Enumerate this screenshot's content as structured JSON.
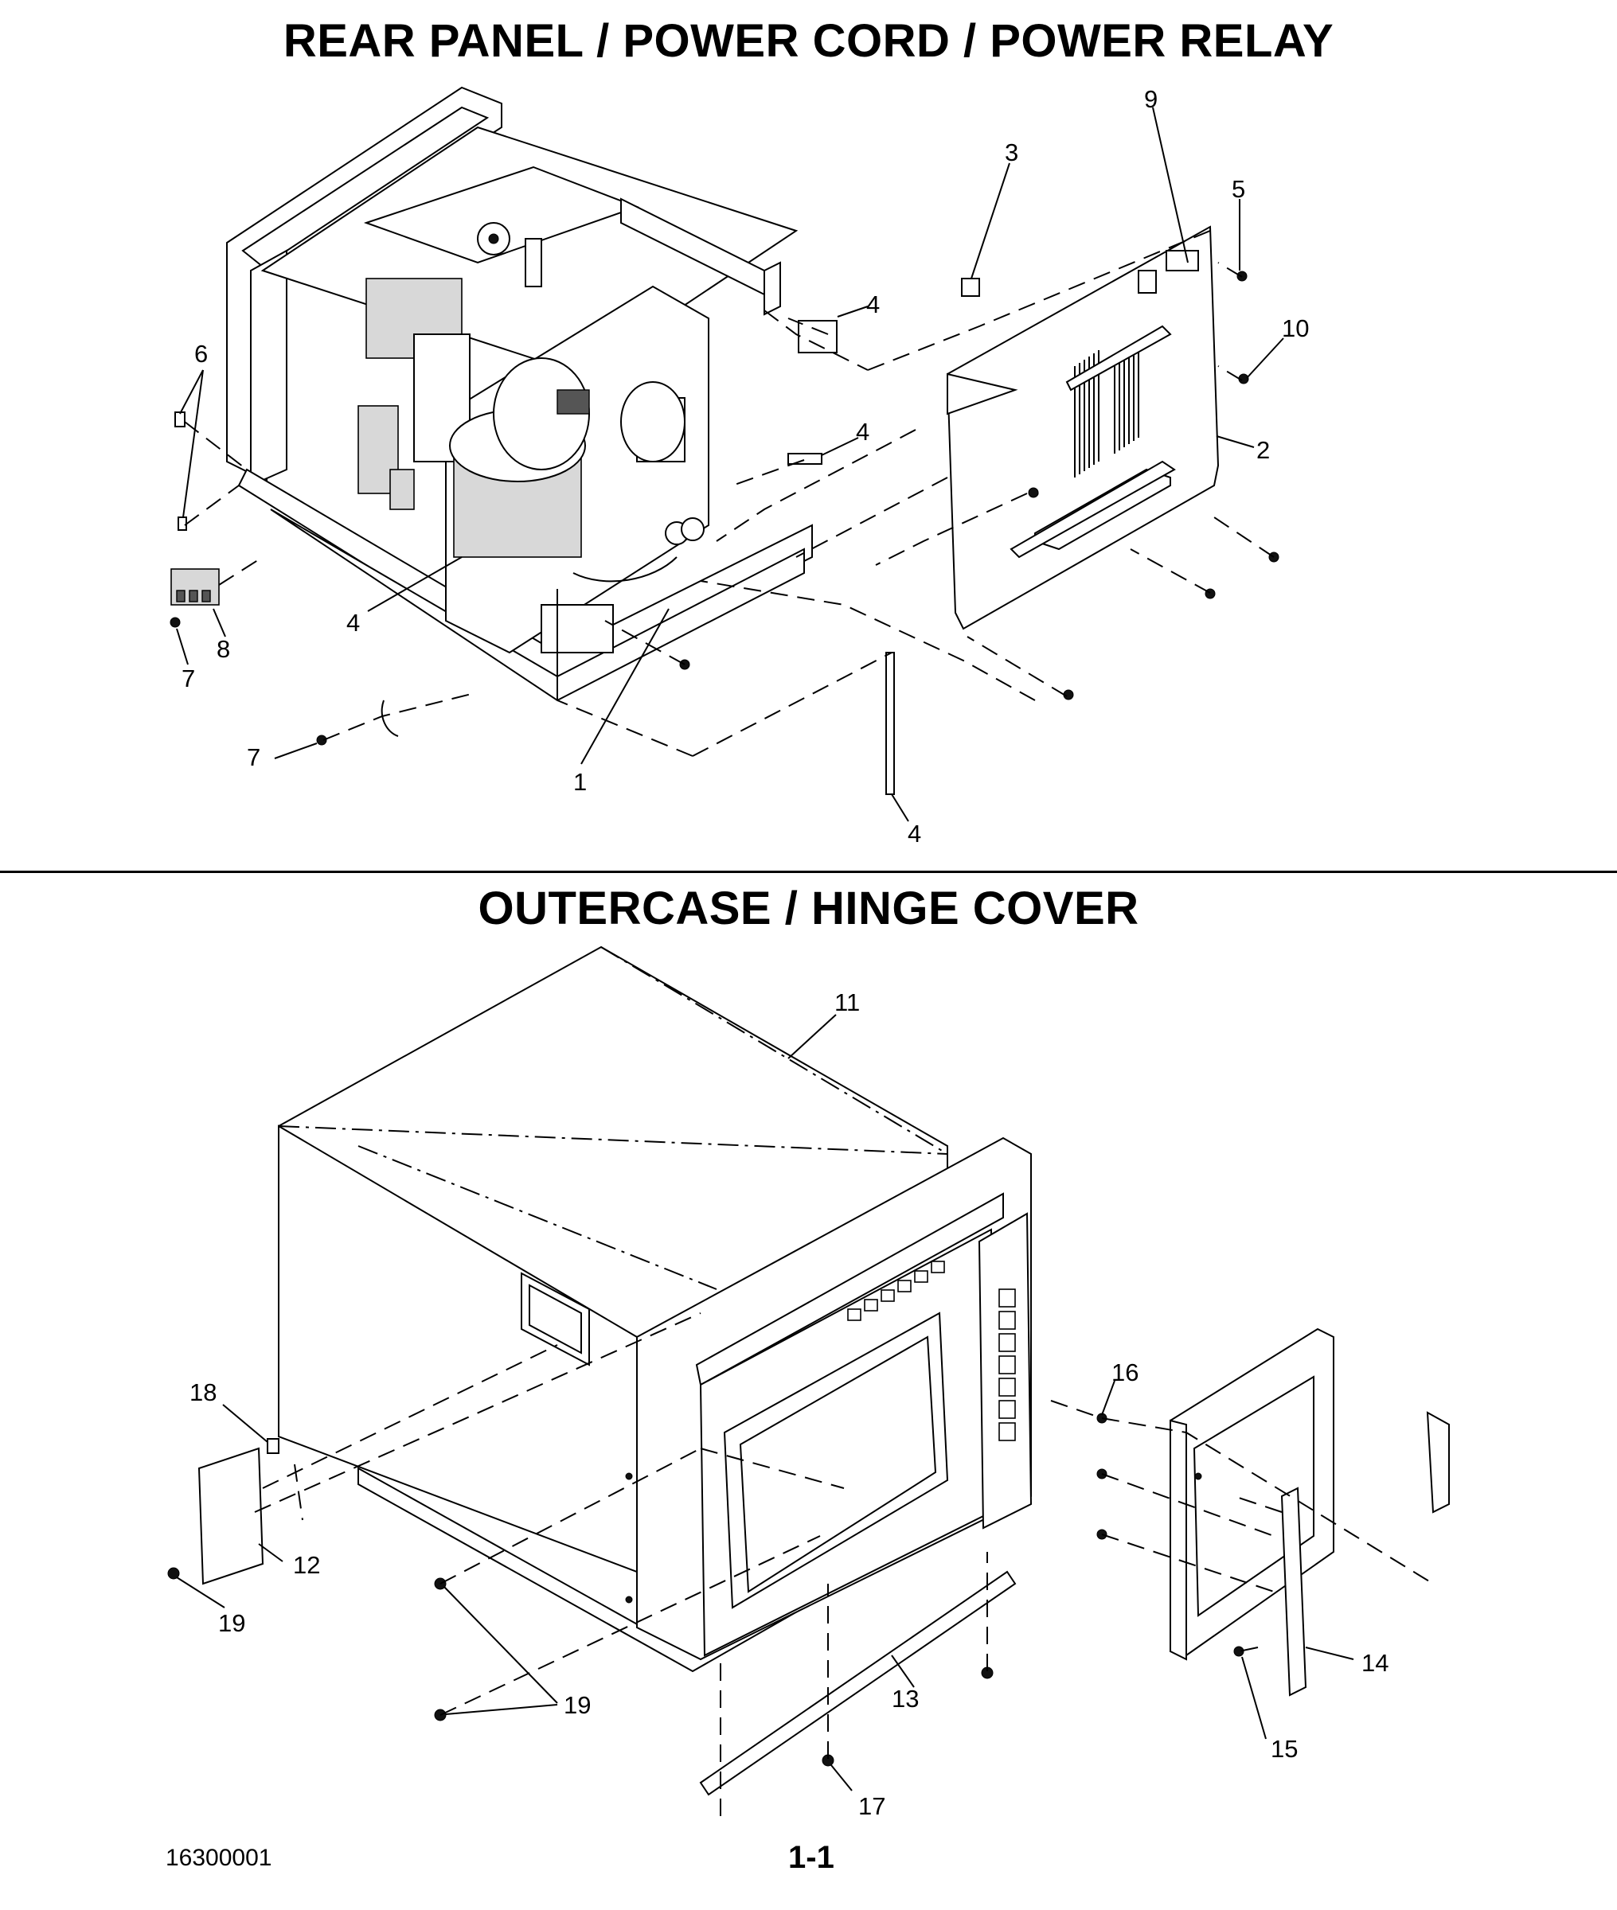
{
  "titles": {
    "top": "REAR PANEL / POWER CORD / POWER RELAY",
    "bottom": "OUTERCASE / HINGE COVER"
  },
  "callouts_top": [
    "9",
    "3",
    "5",
    "10",
    "4",
    "4",
    "2",
    "6",
    "4",
    "8",
    "7",
    "7",
    "1",
    "4"
  ],
  "callouts_bottom": [
    "11",
    "16",
    "18",
    "12",
    "19",
    "19",
    "13",
    "14",
    "15",
    "17"
  ],
  "footer": {
    "doc_number": "16300001",
    "page_number": "1-1"
  }
}
